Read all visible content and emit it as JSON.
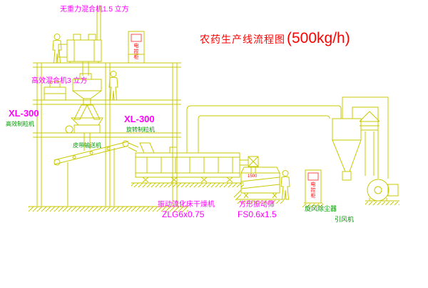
{
  "title": {
    "name": "农药生产线流程图",
    "capacity": "(500kg/h)"
  },
  "labels": {
    "gravity_mixer": "无重力混合机1.5 立方",
    "high_mixer": "高效混合机3 立方",
    "granulator_left_model": "XL-300",
    "granulator_left_name": "高效制粒机",
    "granulator_mid_model": "XL-300",
    "granulator_mid_name": "旋转制粒机",
    "belt_conveyor": "皮带输送机",
    "dryer_name": "振动流化床干燥机",
    "dryer_model": "ZLG6x0.75",
    "sieve_name": "方形振动筛",
    "sieve_model": "FS0.6x1.5",
    "cyclone": "旋风除尘器",
    "fan": "引风机",
    "cabinet": "电控柜",
    "sieve_dim": "1500"
  },
  "colors": {
    "line_yellow": "#c9c900",
    "label_magenta": "#ff00ff",
    "label_green": "#009a00",
    "label_red": "#ff0000",
    "background": "#ffffff"
  }
}
